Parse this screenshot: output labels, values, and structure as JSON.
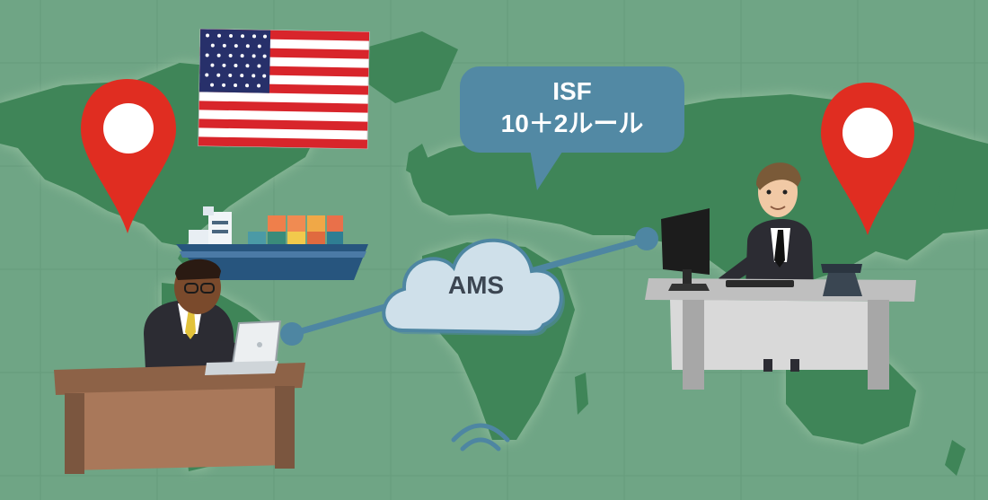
{
  "speech_bubble": {
    "line1": "ISF",
    "line2": "10＋2ルール"
  },
  "cloud": {
    "label": "AMS"
  },
  "colors": {
    "ocean": "#6fa585",
    "land": "#3f8558",
    "pin": "#e02d21",
    "bubble": "#5289a4",
    "cloud": "#cfe0ea",
    "connector": "#4e86a2"
  },
  "icons": [
    "us-flag-icon",
    "location-pin-icon",
    "cargo-ship-icon",
    "cloud-icon",
    "speech-bubble-icon",
    "laptop-icon",
    "computer-monitor-icon",
    "wifi-icon"
  ]
}
